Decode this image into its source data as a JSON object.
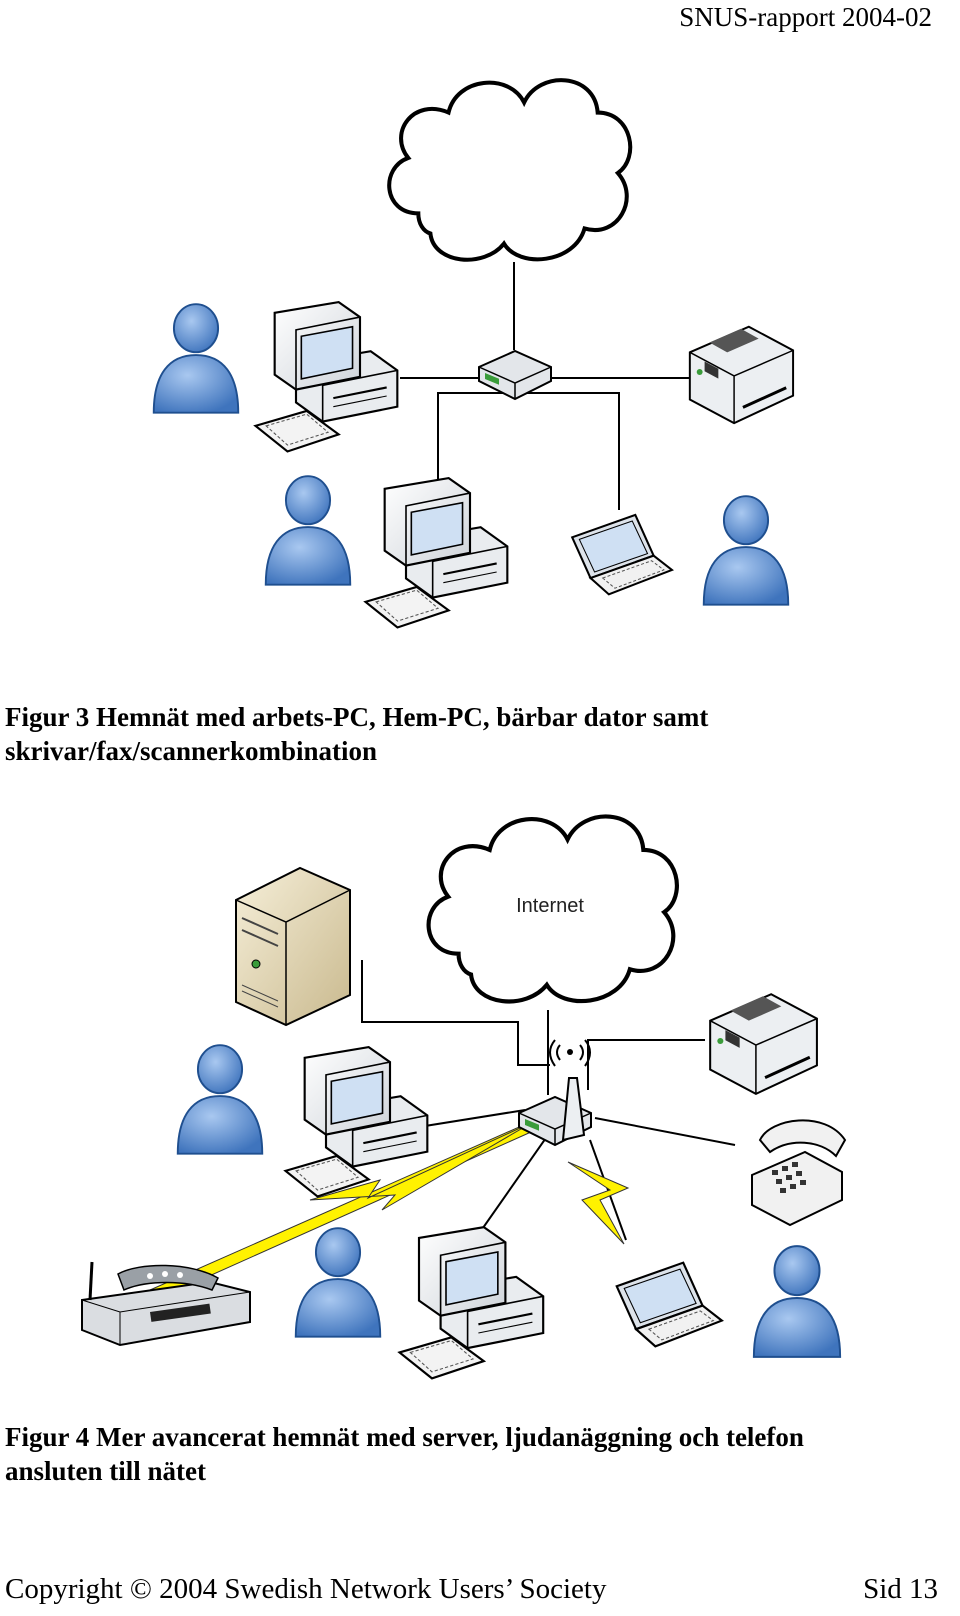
{
  "header": {
    "report_id": "SNUS-rapport 2004-02"
  },
  "figure3": {
    "caption_line1": "Figur 3 Hemnät med arbets-PC, Hem-PC, bärbar dator samt",
    "caption_line2": "skrivar/fax/scannerkombination"
  },
  "figure4": {
    "cloud_label": "Internet",
    "caption_line1": "Figur 4 Mer avancerat hemnät med server, ljudanäggning och telefon",
    "caption_line2": "ansluten till nätet"
  },
  "footer": {
    "copyright": "Copyright © 2004 Swedish Network Users’ Society",
    "page": "Sid 13"
  },
  "colors": {
    "person": "#5b8fd0",
    "person_outline": "#1f4f8f",
    "lightning": "#fff200",
    "server": "#e8dcb8"
  }
}
